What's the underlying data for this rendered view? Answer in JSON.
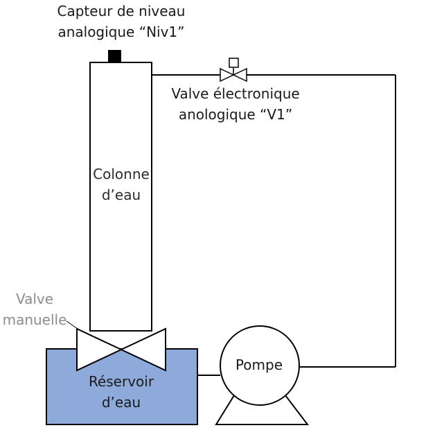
{
  "labels": {
    "sensor": [
      "Capteur de niveau",
      "analogique “Niv1”"
    ],
    "valve1": [
      "Valve électronique",
      "anologique “V1”"
    ],
    "column": [
      "Colonne",
      "d’eau"
    ],
    "manual_valve": [
      "Valve",
      "manuelle"
    ],
    "reservoir": [
      "Réservoir",
      "d’eau"
    ],
    "pump": [
      "Pompe"
    ]
  },
  "colors": {
    "reservoir_fill": "#8EAADB",
    "line": "#000000",
    "manual_valve_label": "#8C8C8C"
  }
}
